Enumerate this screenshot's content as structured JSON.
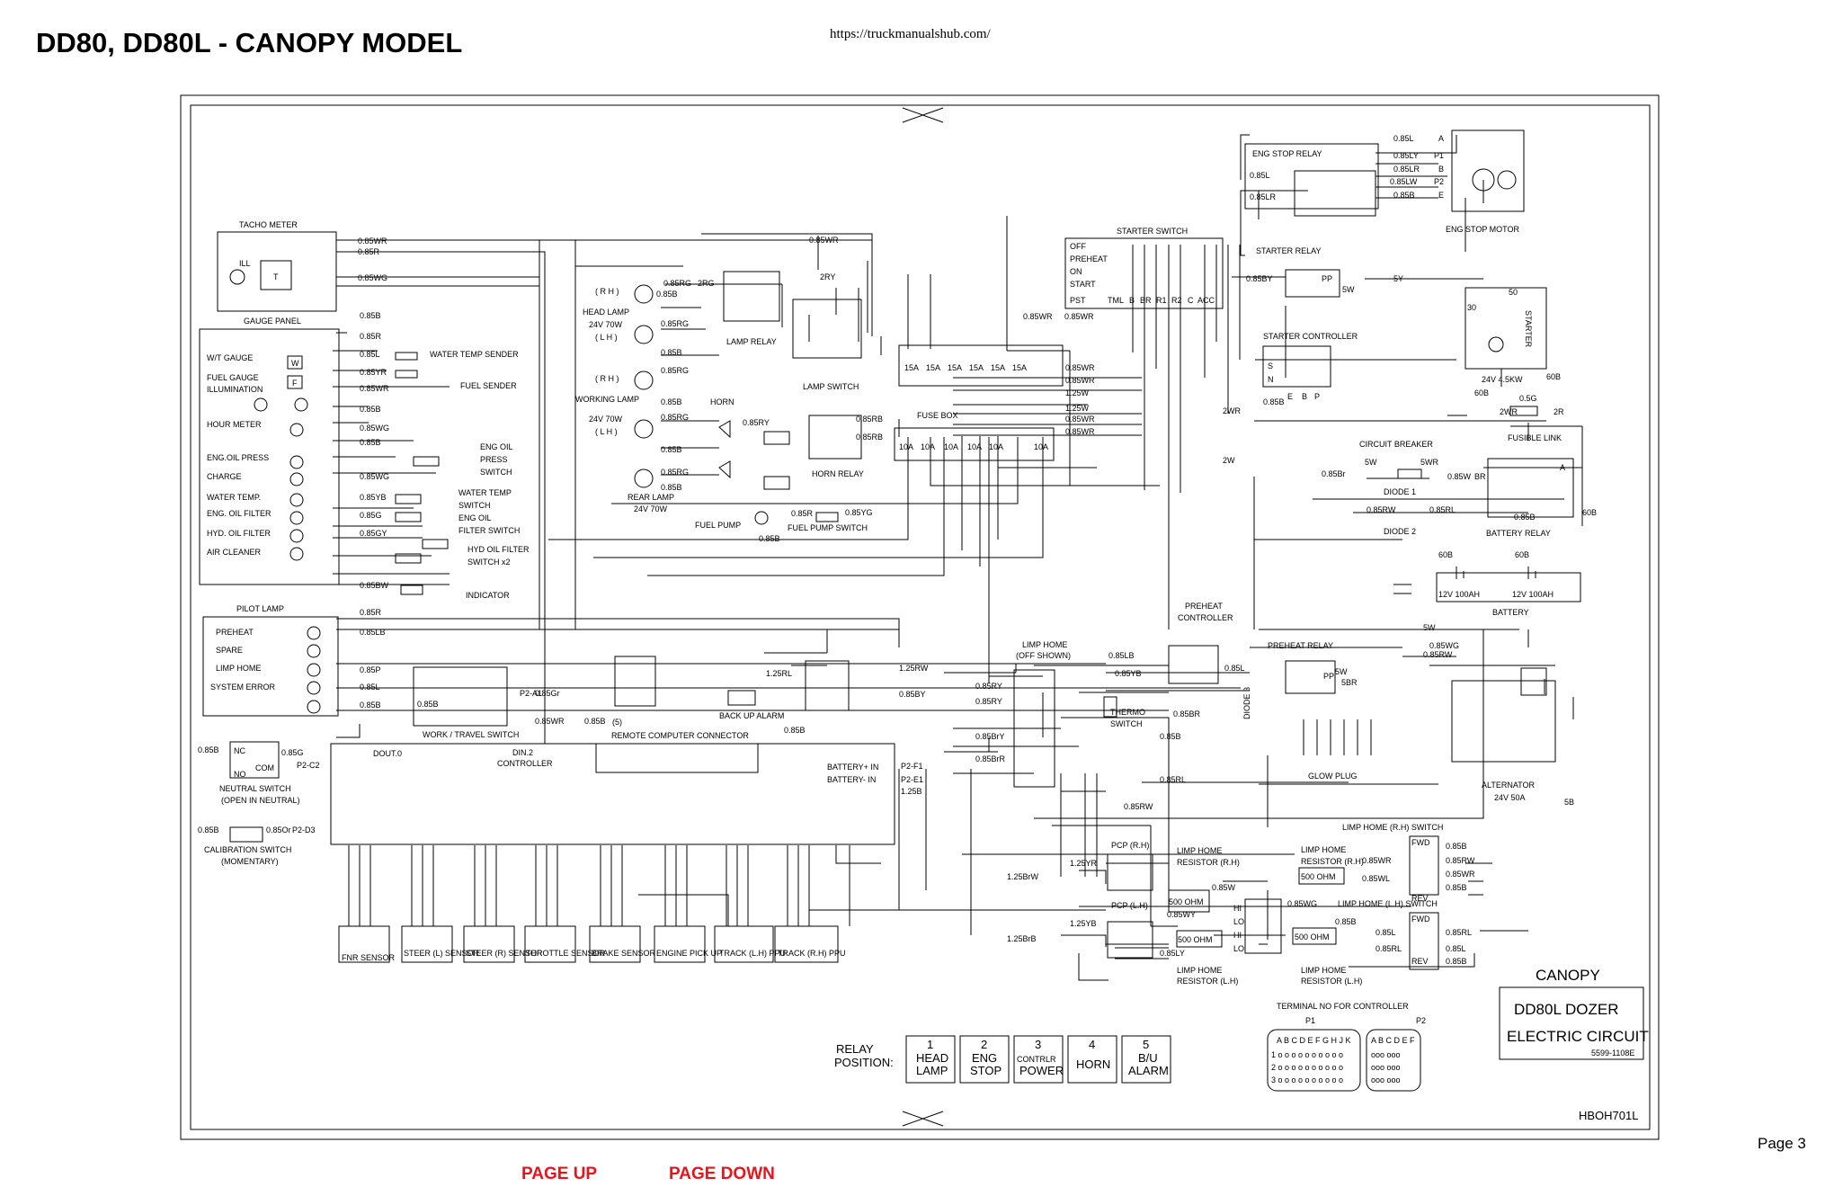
{
  "header": {
    "title": "DD80, DD80L - CANOPY MODEL",
    "url": "https://truckmanualshub.com/"
  },
  "footer": {
    "page": "Page 3",
    "page_up": "PAGE UP",
    "page_down": "PAGE DOWN"
  },
  "diagram": {
    "title_block": {
      "model": "CANOPY",
      "line1": "DD80L DOZER",
      "line2": "ELECTRIC CIRCUIT",
      "part_no": "5599-1108E",
      "drawing_no": "HBOH701L"
    },
    "components": {
      "tacho_meter": "TACHO METER",
      "gauge_panel": "GAUGE PANEL",
      "wt_gauge": "W/T GAUGE",
      "fuel_gauge": "FUEL GAUGE",
      "illumination": "ILLUMINATION",
      "hour_meter": "HOUR METER",
      "eng_oil_press": "ENG.OIL PRESS",
      "charge": "CHARGE",
      "water_temp": "WATER TEMP.",
      "eng_oil_filter": "ENG. OIL FILTER",
      "hyd_oil_filter": "HYD. OIL FILTER",
      "air_cleaner": "AIR CLEANER",
      "water_temp_sender": "WATER TEMP SENDER",
      "fuel_sender": "FUEL SENDER",
      "eng_oil_press_switch": [
        "ENG OIL",
        "PRESS",
        "SWITCH"
      ],
      "water_temp_switch": [
        "WATER TEMP",
        "SWITCH"
      ],
      "eng_oil_filter_switch": [
        "ENG OIL",
        "FILTER SWITCH"
      ],
      "hyd_oil_filter_switch": [
        "HYD OIL FILTER",
        "SWITCH x2"
      ],
      "indicator": "INDICATOR",
      "pilot_lamp": "PILOT LAMP",
      "preheat": "PREHEAT",
      "spare": "SPARE",
      "limp_home": "LIMP HOME",
      "system_error": "SYSTEM ERROR",
      "head_lamp": [
        "( R H )",
        "HEAD LAMP",
        "24V 70W",
        "( L H )"
      ],
      "working_lamp": [
        "( R H )",
        "WORKING LAMP",
        "24V 70W",
        "( L H )"
      ],
      "rear_lamp": [
        "REAR LAMP",
        "24V 70W"
      ],
      "horn": "HORN",
      "fuel_pump": "FUEL PUMP",
      "fuel_pump_switch": "FUEL PUMP SWITCH",
      "lamp_relay": "LAMP RELAY",
      "lamp_switch": "LAMP SWITCH",
      "horn_relay": "HORN RELAY",
      "fuse_box": "FUSE BOX",
      "starter_switch": "STARTER SWITCH",
      "eng_stop_relay": "ENG STOP RELAY",
      "eng_stop_motor": "ENG STOP MOTOR",
      "starter_relay": "STARTER RELAY",
      "starter_controller": "STARTER CONTROLLER",
      "starter": "STARTER",
      "starter_rating": "24V 4.5KW",
      "fusible_link": "FUSIBLE LINK",
      "circuit_breaker": "CIRCUIT BREAKER",
      "diode1": "DIODE 1",
      "diode2": "DIODE 2",
      "diode3": "DIODE 3",
      "battery_relay": "BATTERY RELAY",
      "battery": "BATTERY",
      "battery_cell": "12V 100AH",
      "preheat_controller": [
        "PREHEAT",
        "CONTROLLER"
      ],
      "preheat_relay": "PREHEAT RELAY",
      "thermo_switch": [
        "THERMO",
        "SWITCH"
      ],
      "glow_plug": "GLOW PLUG",
      "alternator": [
        "ALTERNATOR",
        "24V 50A"
      ],
      "limp_home_switch": [
        "LIMP HOME",
        "(OFF SHOWN)"
      ],
      "work_travel_switch": "WORK / TRAVEL SWITCH",
      "back_up_alarm": "BACK UP ALARM",
      "remote_connector": "REMOTE COMPUTER CONNECTOR",
      "din2_controller": [
        "DIN.2",
        "CONTROLLER"
      ],
      "neutral_switch": [
        "NEUTRAL SWITCH",
        "(OPEN IN NEUTRAL)"
      ],
      "calibration_switch": [
        "CALIBRATION SWITCH",
        "(MOMENTARY)"
      ],
      "pcp_rh": "PCP (R.H)",
      "pcp_lh": "PCP (L.H)",
      "limp_home_rh_switch": "LIMP HOME (R.H) SWITCH",
      "limp_home_lh_switch": "LIMP HOME (L.H) SWITCH",
      "resistor_rh": [
        "LIMP HOME",
        "RESISTOR (R.H)"
      ],
      "resistor_lh": [
        "LIMP HOME",
        "RESISTOR (L.H)"
      ],
      "ohm500": "500 OHM",
      "terminal_title": "TERMINAL NO FOR CONTROLLER",
      "p1": "P1",
      "p2": "P2",
      "p1_cols": "A B C D E   F G H J K",
      "p2_cols": "A B C   D E F"
    },
    "sensors": [
      "FNR SENSOR",
      "STEER (L) SENSOR",
      "STEER (R) SENSOR",
      "THROTTLE SENSOR",
      "BRAKE SENSOR",
      "ENGINE PICK UP",
      "TRACK (L.H) PPU",
      "TRACK (R.H) PPU"
    ],
    "starter_positions": [
      "OFF",
      "PREHEAT",
      "ON",
      "START",
      "PST"
    ],
    "starter_terminals": [
      "TML",
      "B",
      "BR",
      "R1",
      "R2",
      "C",
      "ACC"
    ],
    "relay_position": {
      "label": [
        "RELAY",
        "POSITION:"
      ],
      "cells": [
        {
          "num": "1",
          "l1": "HEAD",
          "l2": "LAMP"
        },
        {
          "num": "2",
          "l1": "ENG",
          "l2": "STOP"
        },
        {
          "num": "3",
          "l1": "CONTRLR",
          "l2": "POWER"
        },
        {
          "num": "4",
          "l1": "HORN",
          "l2": ""
        },
        {
          "num": "5",
          "l1": "B/U",
          "l2": "ALARM"
        }
      ]
    }
  }
}
